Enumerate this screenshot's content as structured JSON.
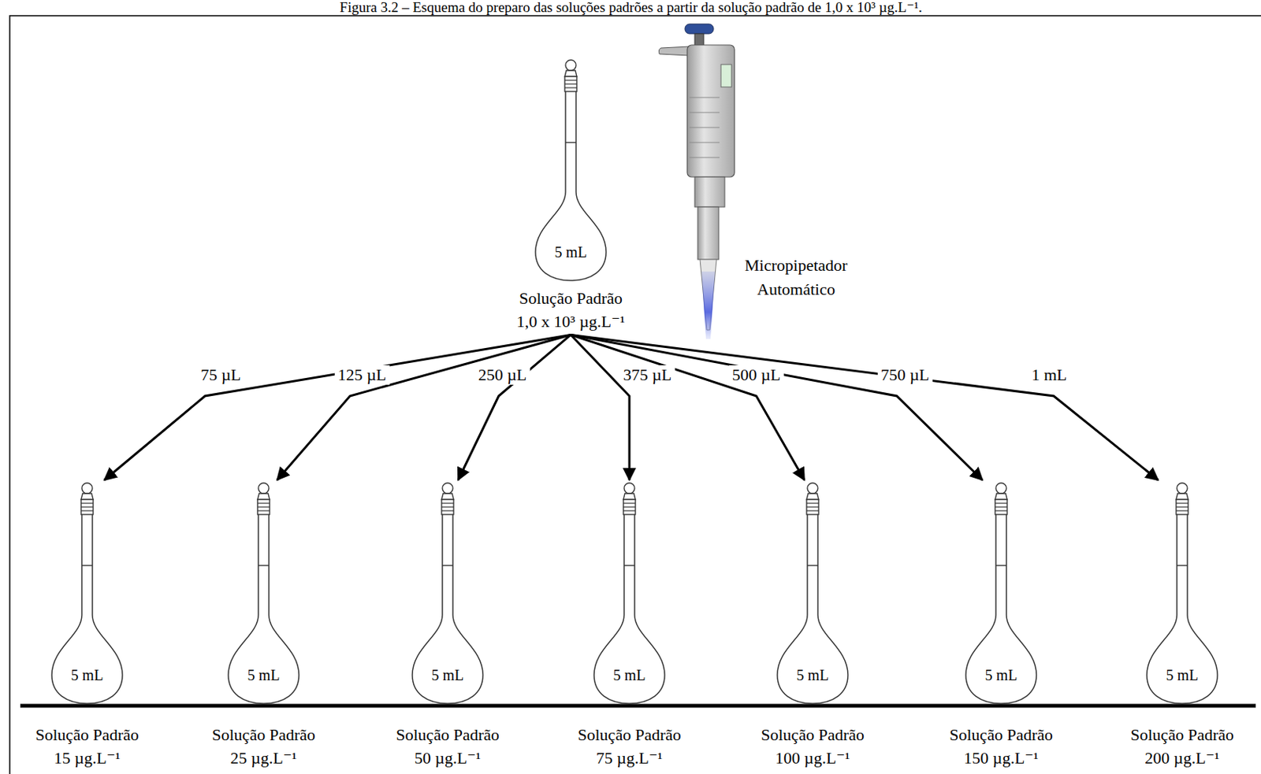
{
  "diagram": {
    "title": "Figura 3.2 – Esquema do preparo das soluções padrões a partir da solução padrão de 1,0 x 10³ µg.L⁻¹.",
    "nodes": [
      {
        "text": [
          "5 mL",
          "Solução Padrão 1,0 x 10³ µg.L⁻¹"
        ]
      },
      {
        "text": [
          "5 mL",
          "Solução Padrão 15 µg.L⁻¹"
        ]
      },
      {
        "text": [
          "5 mL",
          "Solução Padrão 25 µg.L⁻¹"
        ]
      },
      {
        "text": [
          "5 mL",
          "Solução Padrão 50 µg.L⁻¹"
        ]
      },
      {
        "text": [
          "5 mL",
          "Solução Padrão 75 µg.L⁻¹"
        ]
      },
      {
        "text": [
          "5 mL",
          "Solução Padrão 100 µg.L⁻¹"
        ]
      },
      {
        "text": [
          "5 mL",
          "Solução Padrão 150 µg.L⁻¹"
        ]
      },
      {
        "text": [
          "5 mL",
          "Solução Padrão 200 µg.L⁻¹"
        ]
      }
    ],
    "edges": [
      {
        "from": 0,
        "to": 1,
        "label": "75 µL",
        "arrow": "to"
      },
      {
        "from": 0,
        "to": 2,
        "label": "125 µL",
        "arrow": "to"
      },
      {
        "from": 0,
        "to": 3,
        "label": "250 µL",
        "arrow": "to"
      },
      {
        "from": 0,
        "to": 4,
        "label": "375 µL",
        "arrow": "to"
      },
      {
        "from": 0,
        "to": 5,
        "label": "500 µL",
        "arrow": "to"
      },
      {
        "from": 0,
        "to": 6,
        "label": "750 µL",
        "arrow": "to"
      },
      {
        "from": 0,
        "to": 7,
        "label": "1 mL",
        "arrow": "to"
      }
    ],
    "labels": [
      "Micropipetador Automático"
    ]
  }
}
